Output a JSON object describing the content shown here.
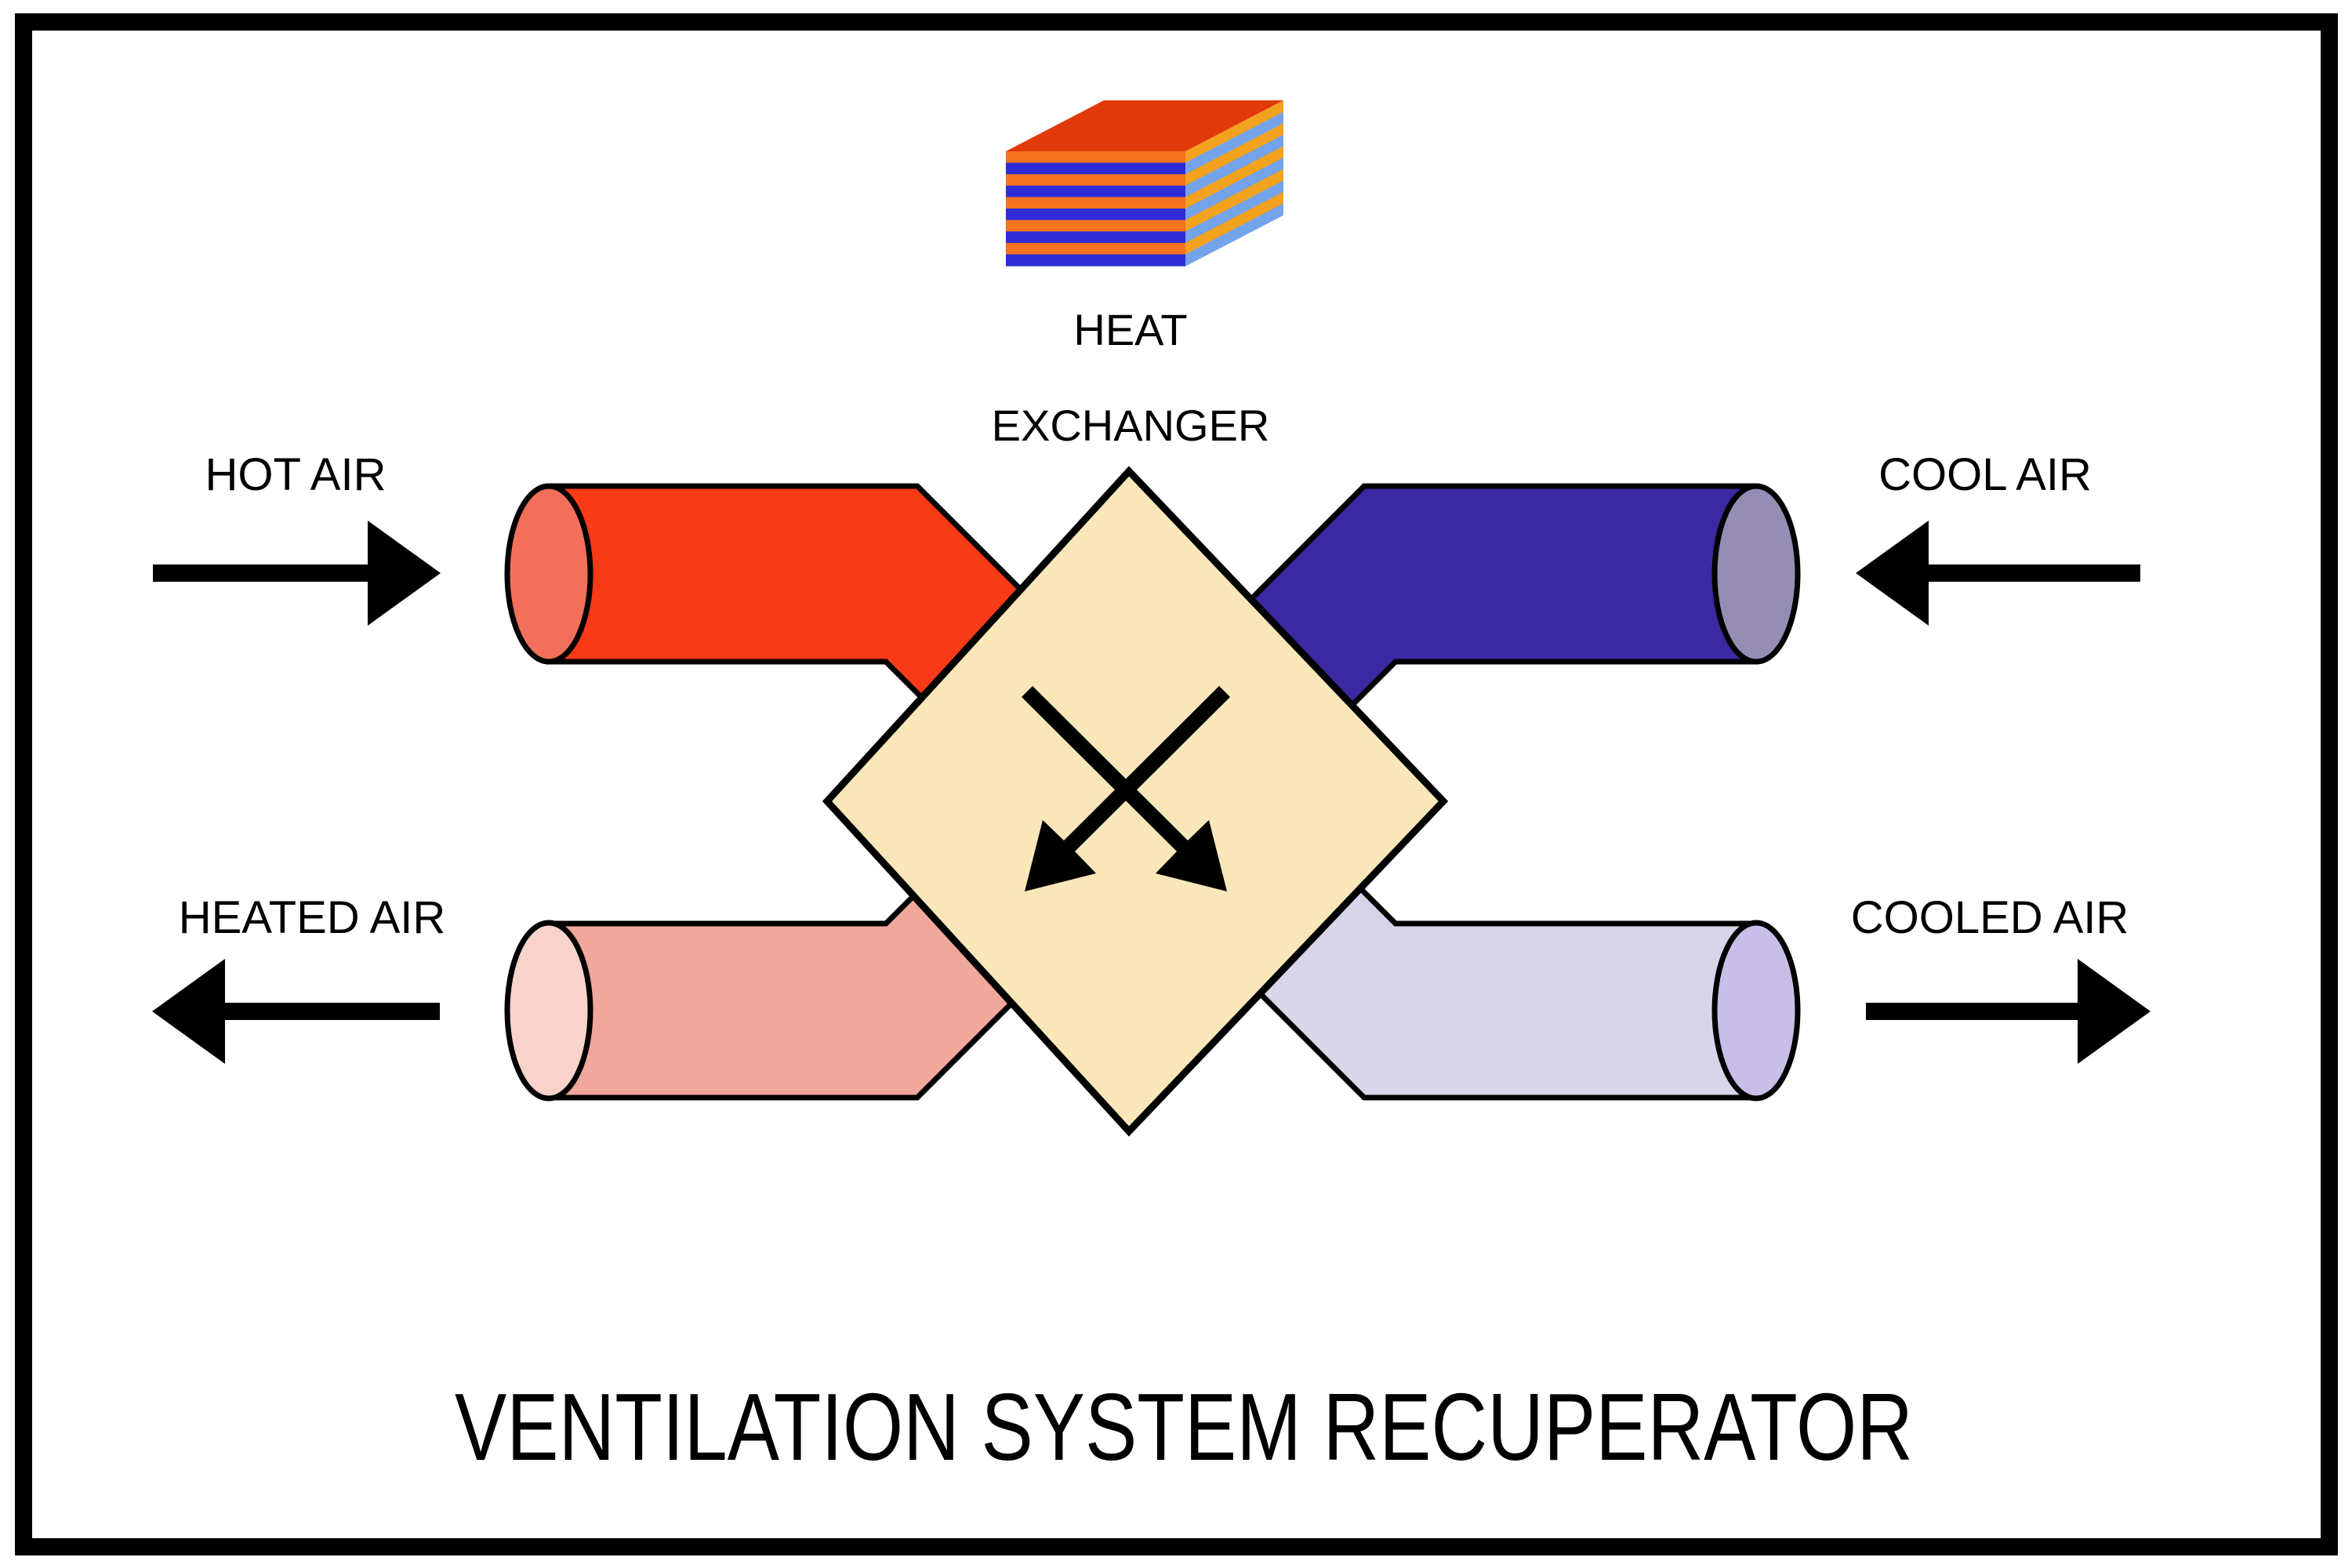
{
  "title": "VENTILATION SYSTEM RECUPERATOR",
  "heat_exchanger": {
    "label_line1": "HEAT",
    "label_line2": "EXCHANGER"
  },
  "flows": {
    "hot_air": {
      "label": "HOT AIR",
      "direction": "right",
      "role": "inlet warm stream"
    },
    "cool_air": {
      "label": "COOL AIR",
      "direction": "left",
      "role": "inlet cold stream"
    },
    "heated_air": {
      "label": "HEATED AIR",
      "direction": "left",
      "role": "outlet warmed stream"
    },
    "cooled_air": {
      "label": "COOLED AIR",
      "direction": "right",
      "role": "outlet cooled stream"
    }
  },
  "colors": {
    "background": "#ffffff",
    "outline": "#000000",
    "arrow_black": "#000000",
    "diamond_fill": "#F9E7B9",
    "hot_pipe_body": "#F93A16",
    "hot_pipe_cap": "#F2705B",
    "cool_pipe_body": "#3A29A1",
    "cool_pipe_cap": "#958DB4",
    "heated_pipe_body": "#F0A79C",
    "heated_pipe_cap": "#F7D3CC",
    "cooled_pipe_body": "#D8D5EB",
    "cooled_pipe_cap": "#C8BEE7",
    "icon_top_face": "#E2390B",
    "icon_front_orange": "#F4731F",
    "icon_front_blue": "#2F2BD9",
    "icon_side_amber": "#F3A21D",
    "icon_side_blue": "#73A3EB"
  }
}
